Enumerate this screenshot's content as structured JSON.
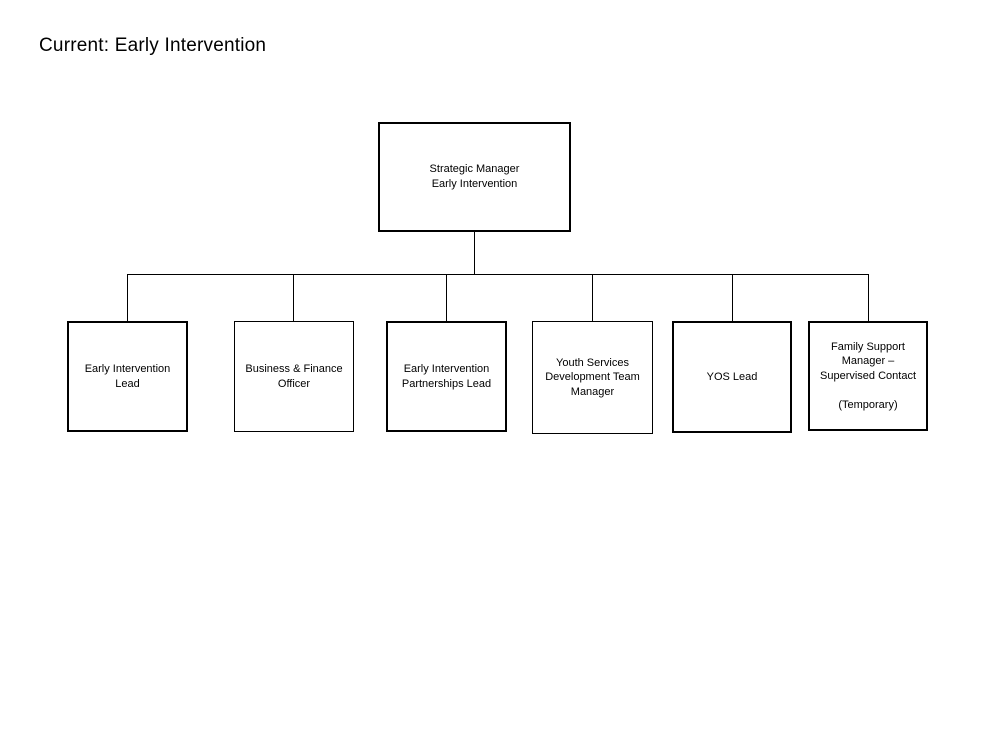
{
  "slide": {
    "title": "Current: Early Intervention",
    "background_color": "#ffffff",
    "text_color": "#000000",
    "line_color": "#000000"
  },
  "org_chart": {
    "type": "organizational-chart",
    "orientation": "top-down",
    "root": {
      "label": "Strategic Manager\nEarly Intervention",
      "border_weight": "thick"
    },
    "children": [
      {
        "label": "Early Intervention\nLead",
        "border_weight": "thick"
      },
      {
        "label": "Business & Finance\nOfficer",
        "border_weight": "thin"
      },
      {
        "label": "Early Intervention\nPartnerships Lead",
        "border_weight": "thick"
      },
      {
        "label": "Youth Services\nDevelopment Team\nManager",
        "border_weight": "thin"
      },
      {
        "label": "YOS Lead",
        "border_weight": "thick"
      },
      {
        "label": "Family Support\nManager –\nSupervised Contact\n\n(Temporary)",
        "border_weight": "thick"
      }
    ]
  }
}
